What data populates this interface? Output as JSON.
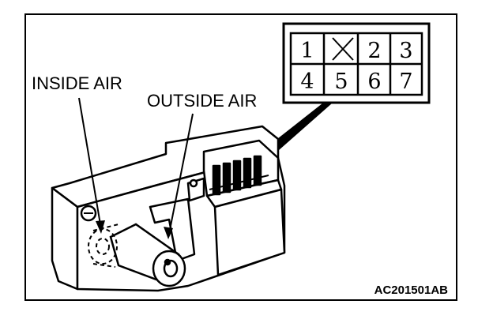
{
  "labels": {
    "inside_air": "INSIDE AIR",
    "outside_air": "OUTSIDE AIR",
    "figure_code": "AC201501AB"
  },
  "connector": {
    "pins_top": [
      "1",
      "",
      "2",
      "3"
    ],
    "pins_bottom": [
      "4",
      "5",
      "6",
      "7"
    ],
    "blank_pin_marker": "X"
  },
  "colors": {
    "line": "#000000",
    "background": "#ffffff",
    "fill_dark": "#000000"
  }
}
